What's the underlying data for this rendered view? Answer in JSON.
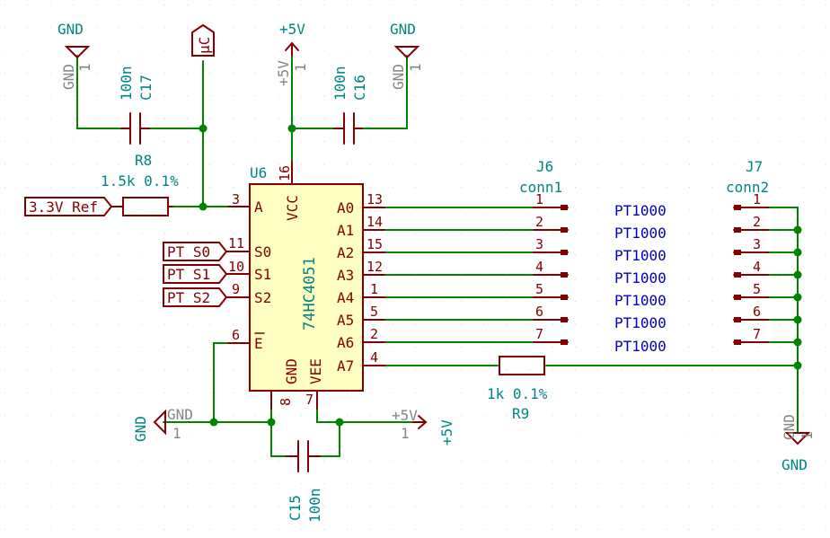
{
  "nets": {
    "gnd": "GND",
    "vcc": "+5V",
    "uc": "µC",
    "ref": "3.3V_Ref",
    "s0": "PT_S0",
    "s1": "PT_S1",
    "s2": "PT_S2",
    "one": "1"
  },
  "parts": {
    "c17": {
      "ref": "C17",
      "value": "100n"
    },
    "c16": {
      "ref": "C16",
      "value": "100n"
    },
    "c15": {
      "ref": "C15",
      "value": "100n"
    },
    "r8": {
      "ref": "R8",
      "value": "1.5k 0.1%"
    },
    "r9": {
      "ref": "R9",
      "value": "1k 0.1%"
    },
    "u6": {
      "ref": "U6",
      "value": "74HC4051"
    },
    "j6": {
      "ref": "J6",
      "value": "conn1"
    },
    "j7": {
      "ref": "J7",
      "value": "conn2"
    }
  },
  "u6_pins": {
    "a": {
      "num": "3",
      "name": "A"
    },
    "s0": {
      "num": "11",
      "name": "S0"
    },
    "s1": {
      "num": "10",
      "name": "S1"
    },
    "s2": {
      "num": "9",
      "name": "S2"
    },
    "e": {
      "num": "6",
      "name": "E"
    },
    "vcc": {
      "num": "16",
      "name": "VCC"
    },
    "gnd": {
      "num": "8",
      "name": "GND"
    },
    "vee": {
      "num": "7",
      "name": "VEE"
    },
    "outs": [
      {
        "num": "13",
        "name": "A0"
      },
      {
        "num": "14",
        "name": "A1"
      },
      {
        "num": "15",
        "name": "A2"
      },
      {
        "num": "12",
        "name": "A3"
      },
      {
        "num": "1",
        "name": "A4"
      },
      {
        "num": "5",
        "name": "A5"
      },
      {
        "num": "2",
        "name": "A6"
      },
      {
        "num": "4",
        "name": "A7"
      }
    ]
  },
  "conn_pins": [
    "1",
    "2",
    "3",
    "4",
    "5",
    "6",
    "7"
  ],
  "sensors": [
    "PT1000",
    "PT1000",
    "PT1000",
    "PT1000",
    "PT1000",
    "PT1000",
    "PT1000"
  ]
}
